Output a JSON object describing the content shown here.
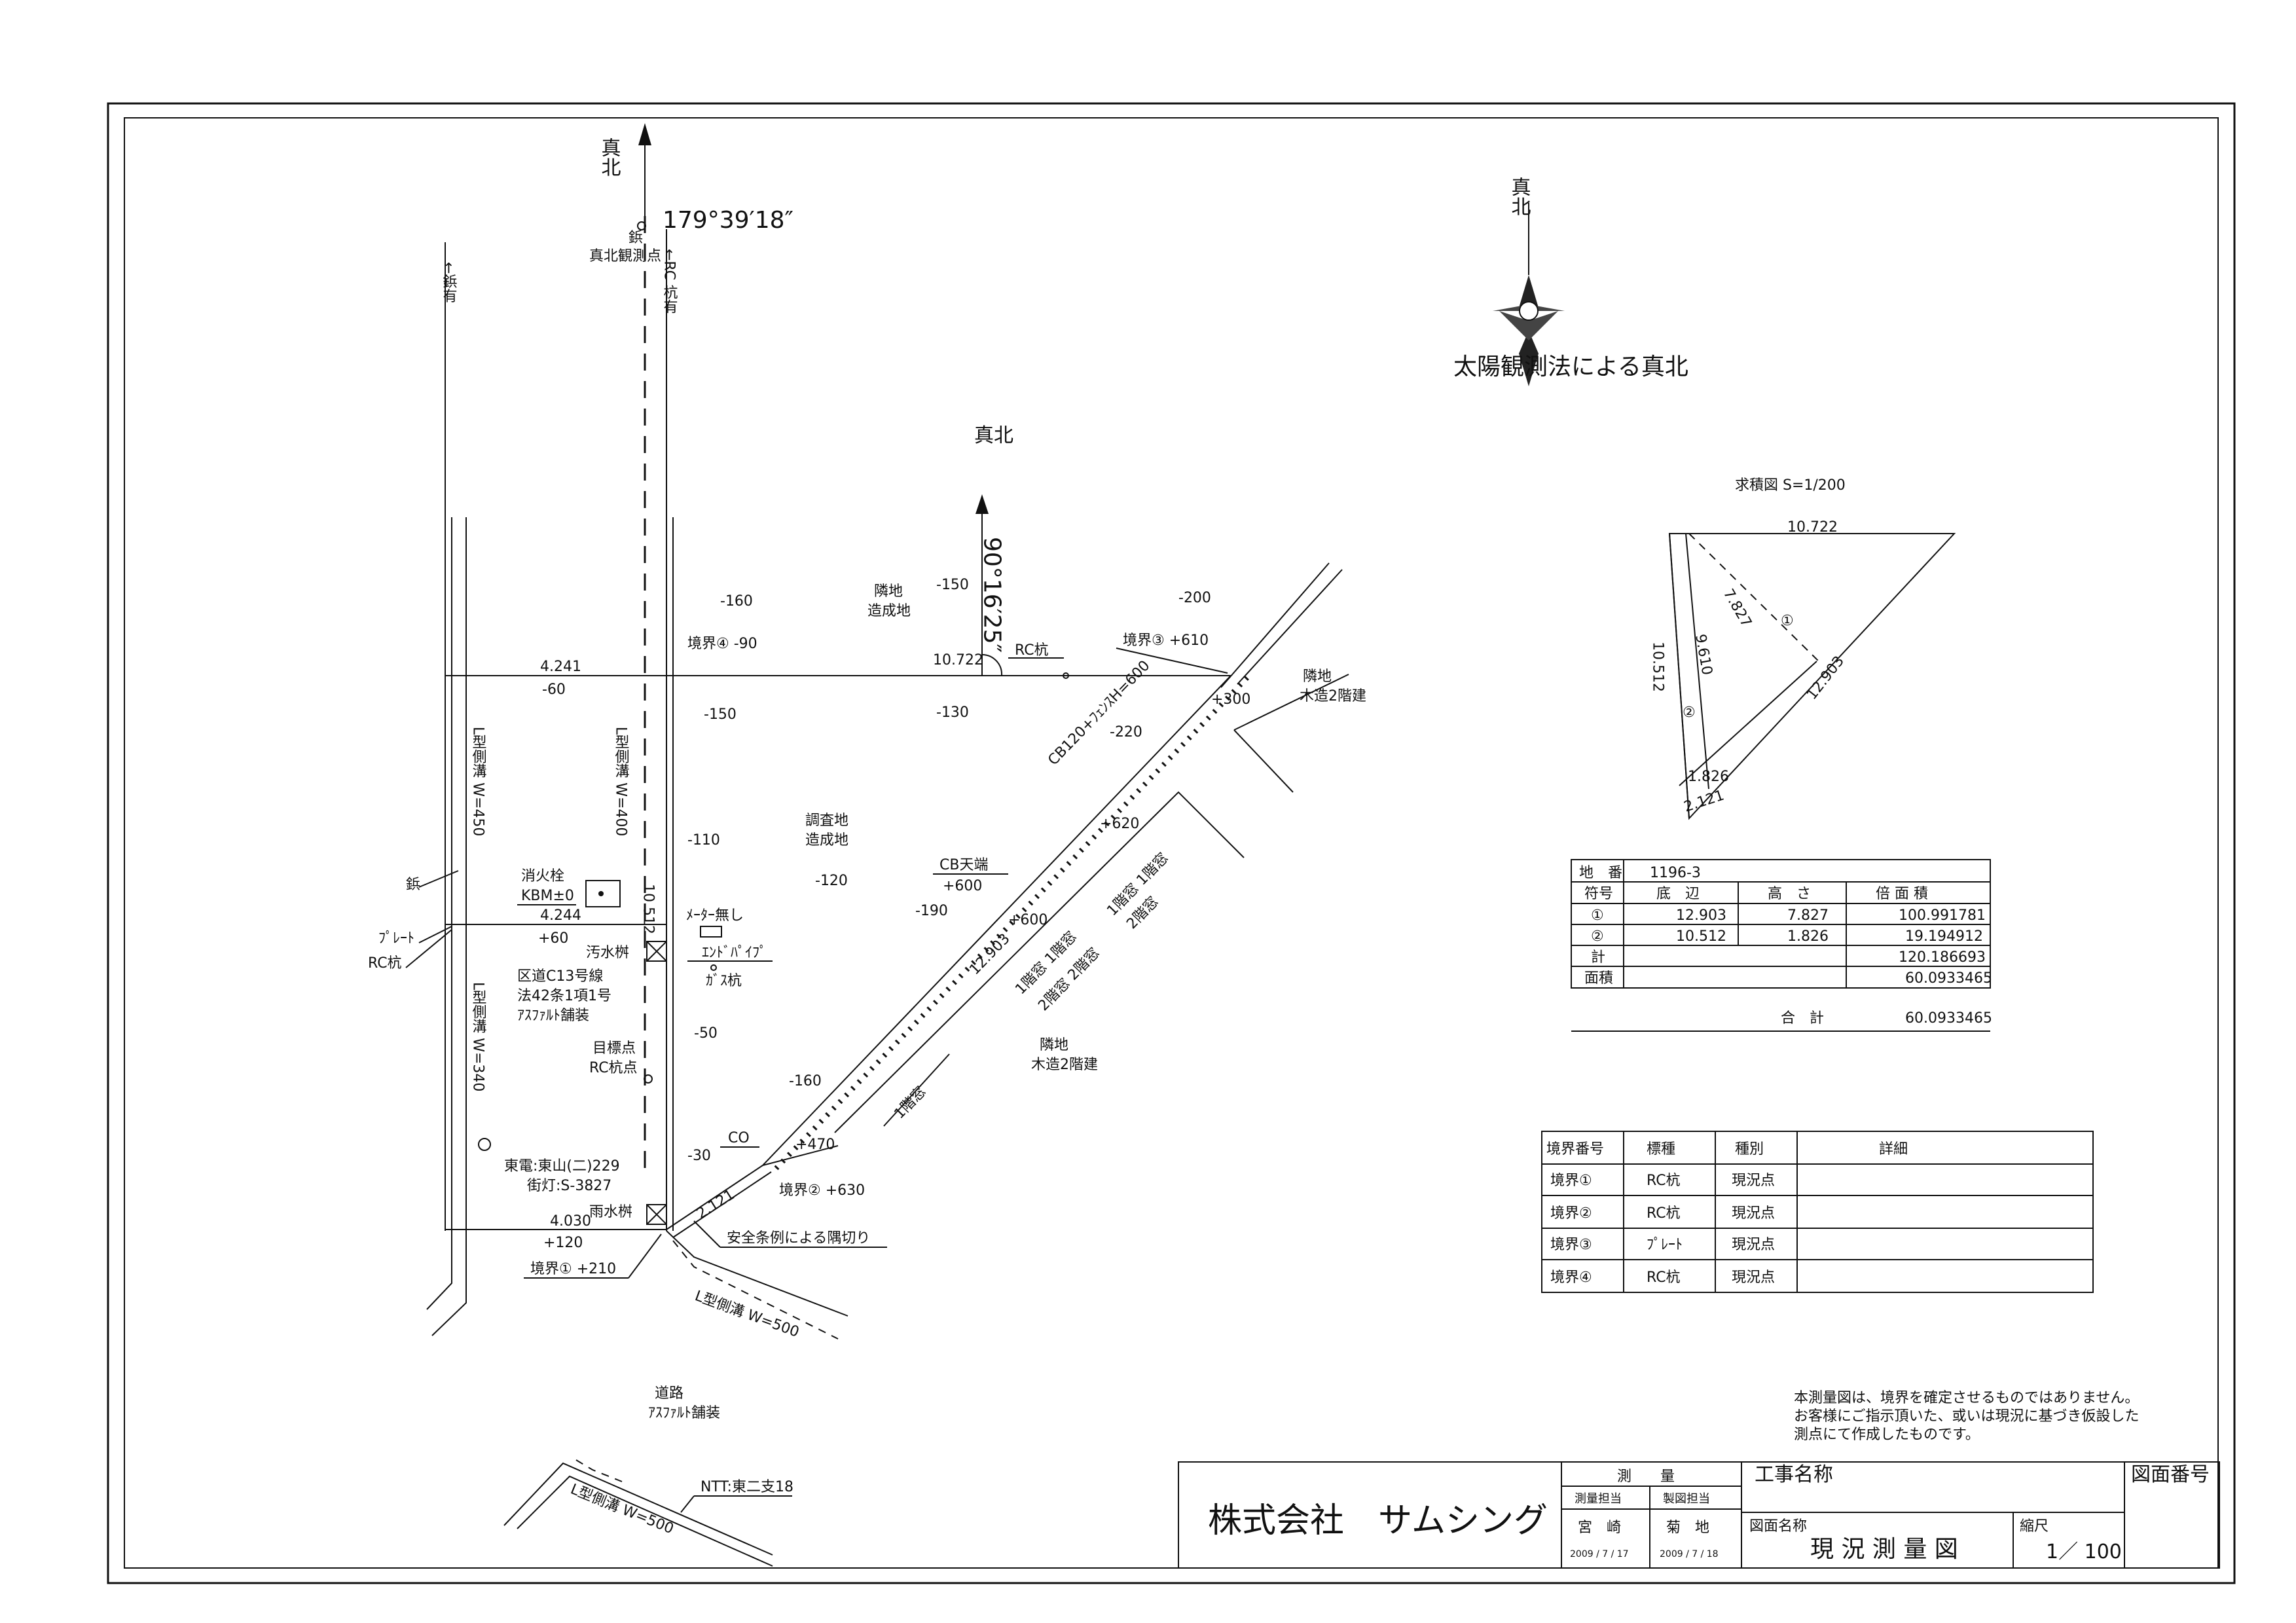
{
  "north_labels": {
    "top_left": "真北",
    "mid": "真北",
    "top_right": "真北"
  },
  "angles": {
    "top": "179°39′18″",
    "mid": "90°16′25″"
  },
  "sun_observation_label": "太陽観測法による真北",
  "survey_labels": {
    "true_north_point": "真北観測点",
    "tack": "鋲",
    "rc_stake_left": "←RC 杭有",
    "tack_left": "←鋲有",
    "l_gutter_450": "L型側溝 W=450",
    "l_gutter_400": "L型側溝 W=400",
    "l_gutter_340": "L型側溝 W=340",
    "l_gutter_500": "L型側溝 W=500",
    "l_gutter_500_b": "L型側溝 W=500",
    "boundary4": "境界④ -90",
    "boundary3": "境界③ +610",
    "boundary2": "境界② +630",
    "boundary1": "境界① +210",
    "rc_stake": "RC杭",
    "neighbor_land_top": "隣地",
    "neighbor_land_top2": "造成地",
    "neighbor_right": "隣地",
    "neighbor_right2": "木造2階建",
    "neighbor_bottom": "隣地",
    "neighbor_bottom2": "木造2階建",
    "survey_land": "調査地",
    "survey_land2": "造成地",
    "cb_wall": "CB120+ﾌｪﾝｽH=600",
    "cb_top": "CB天端",
    "cb_top_val": "+600",
    "hydrant": "消火栓",
    "kbm": "KBM±0",
    "sewage": "汚水桝",
    "meter": "ﾒｰﾀｰ無し",
    "end_pipe": "ｴﾝﾄﾞﾊﾟｲﾌﾟ",
    "gas": "ｶﾞｽ杭",
    "road_name1": "区道C13号線",
    "road_name2": "法42条1項1号",
    "road_name3": "ｱｽﾌｧﾙﾄ舗装",
    "target_point": "目標点",
    "target_point2": "RC杭点",
    "tokyo_electric": "東電:東山(二)229",
    "street_light": "街灯:S-3827",
    "rain_basin": "雨水桝",
    "co": "CO",
    "safety_cut": "安全条例による隅切り",
    "road": "道路",
    "road_pave": "ｱｽﾌｧﾙﾄ舗装",
    "ntt": "NTT:東二支18",
    "tack2": "鋲",
    "plate": "ﾌﾟﾚｰﾄ",
    "rc_stake2": "RC杭",
    "win1": "1階窓 1階窓",
    "win2": "2階窓",
    "win3": "1階窓 1階窓",
    "win4": "2階窓 2階窓",
    "win5": "1階窓"
  },
  "elevations": [
    "-160",
    "-150",
    "-200",
    "-60",
    "-150",
    "-130",
    "-220",
    "+300",
    "-110",
    "+620",
    "-120",
    "-190",
    "+600",
    "+60",
    "-50",
    "-160",
    "+470",
    "-30",
    "+120"
  ],
  "dimensions": {
    "top_left": "4.241",
    "top_mid": "10.722",
    "mid_left": "4.244",
    "bottom_left": "4.030",
    "left_side": "10.512",
    "diagonal": "12.903",
    "corner": "2.121"
  },
  "area_diagram": {
    "title": "求積図  S=1/200",
    "top": "10.722",
    "left": "10.512",
    "d1": "7.827",
    "d2": "9.610",
    "hyp": "12.903",
    "base1": "1.826",
    "base2": "2.121",
    "m1": "①",
    "m2": "②"
  },
  "area_table": {
    "lot_label": "地　番",
    "lot_value": "1196-3",
    "headers": [
      "符号",
      "底　辺",
      "高　さ",
      "倍 面 積"
    ],
    "rows": [
      [
        "①",
        "12.903",
        "7.827",
        "100.991781"
      ],
      [
        "②",
        "10.512",
        "1.826",
        "19.194912"
      ],
      [
        "計",
        "",
        "",
        "120.186693"
      ],
      [
        "面積",
        "",
        "",
        "60.0933465"
      ]
    ],
    "total_label": "合　計",
    "total_value": "60.0933465"
  },
  "boundary_table": {
    "headers": [
      "境界番号",
      "標種",
      "種別",
      "詳細"
    ],
    "rows": [
      [
        "境界①",
        "RC杭",
        "現況点",
        ""
      ],
      [
        "境界②",
        "RC杭",
        "現況点",
        ""
      ],
      [
        "境界③",
        "ﾌﾟﾚｰﾄ",
        "現況点",
        ""
      ],
      [
        "境界④",
        "RC杭",
        "現況点",
        ""
      ]
    ]
  },
  "notes": [
    "本測量図は、境界を確定させるものではありません。",
    "お客様にご指示頂いた、或いは現況に基づき仮設した",
    "測点にて作成したものです。"
  ],
  "title_block": {
    "company": "株式会社　サムシング",
    "survey": "測　　量",
    "survey_person": "測量担当",
    "drawing_person": "製図担当",
    "surveyor": "宮　崎",
    "drafter": "菊　地",
    "date1": "2009 / 7 / 17",
    "date2": "2009 / 7 / 18",
    "project_label": "工事名称",
    "drawing_name_label": "図面名称",
    "drawing_name": "現 況 測 量 図",
    "scale_label": "縮尺",
    "scale": "1／ 100",
    "drawing_no_label": "図面番号"
  }
}
